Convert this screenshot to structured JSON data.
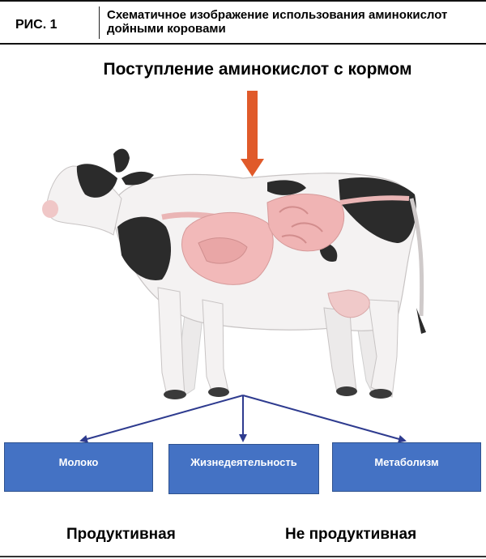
{
  "header": {
    "figure_label": "РИС. 1",
    "caption": "Схематичное изображение использования аминокислот дойными коровами"
  },
  "input_label": "Поступление аминокислот с кормом",
  "outputs": [
    {
      "label": "Молоко"
    },
    {
      "label": "Жизнедеятельность"
    },
    {
      "label": "Метаболизм"
    }
  ],
  "categories": {
    "productive": "Продуктивная",
    "non_productive": "Не продуктивная"
  },
  "colors": {
    "input_arrow": "#e05a2a",
    "branch_arrows": "#2e3b8f",
    "boxes": "#4472c4"
  }
}
